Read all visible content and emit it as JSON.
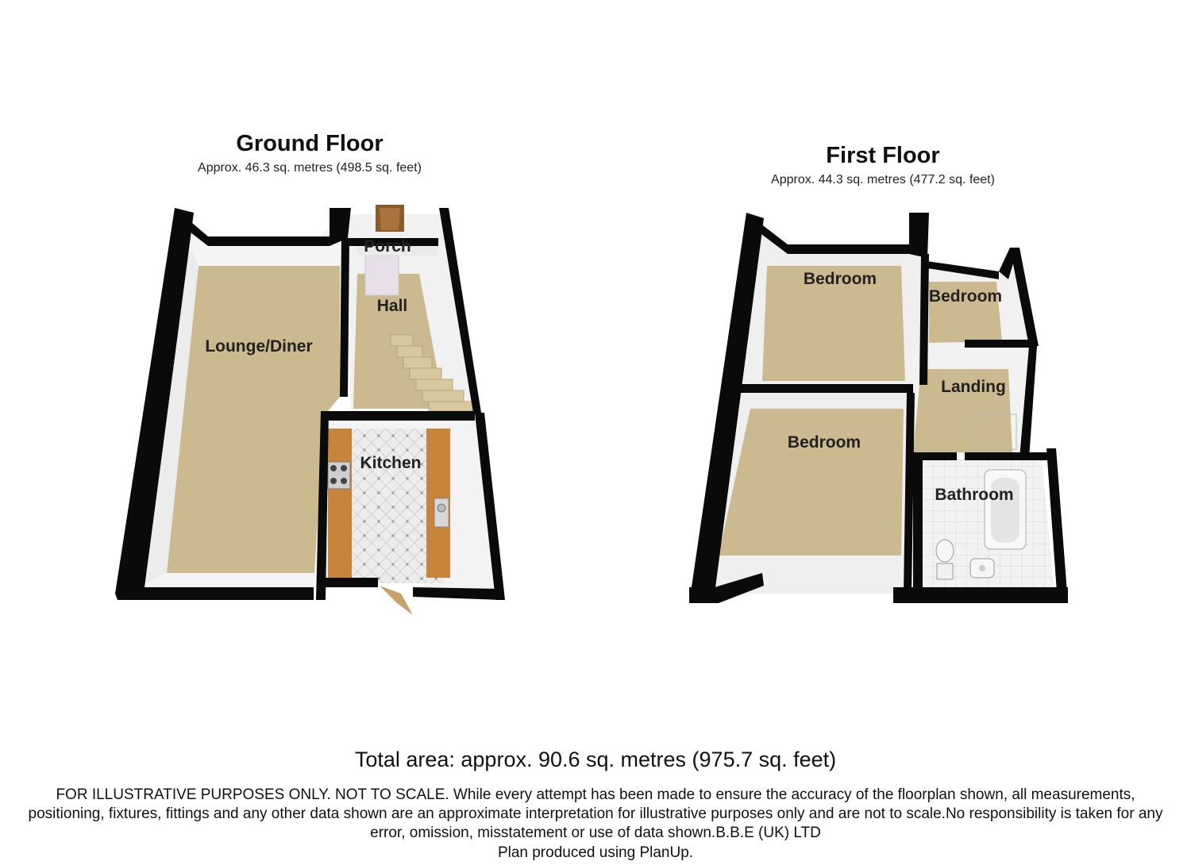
{
  "ground_floor": {
    "title": "Ground Floor",
    "area": "Approx.  46.3 sq. metres (498.5 sq. feet)",
    "rooms": {
      "lounge": "Lounge/Diner",
      "porch": "Porch",
      "hall": "Hall",
      "kitchen": "Kitchen"
    }
  },
  "first_floor": {
    "title": "First Floor",
    "area": "Approx.  44.3 sq. metres (477.2 sq. feet)",
    "rooms": {
      "bedroom_1": "Bedroom",
      "bedroom_2": "Bedroom",
      "bedroom_3": "Bedroom",
      "landing": "Landing",
      "bathroom": "Bathroom"
    }
  },
  "total_area": "Total area: approx.  90.6 sq. metres (975.7 sq. feet)",
  "disclaimer": "FOR ILLUSTRATIVE PURPOSES ONLY. NOT TO SCALE. While every attempt has been made to ensure the accuracy of the floorplan shown, all measurements, positioning, fixtures, fittings and any other data shown are an approximate interpretation for illustrative purposes only and are not to scale.No responsibility is taken for any error, omission, misstatement or use of data shown.B.B.E (UK) LTD",
  "credit": "Plan produced using PlanUp.",
  "colors": {
    "wall": "#0a0a0a",
    "carpet": "#cbb98f",
    "tile": "#e6e6e6",
    "worktop": "#c8843a",
    "door": "#8a5a2b"
  }
}
